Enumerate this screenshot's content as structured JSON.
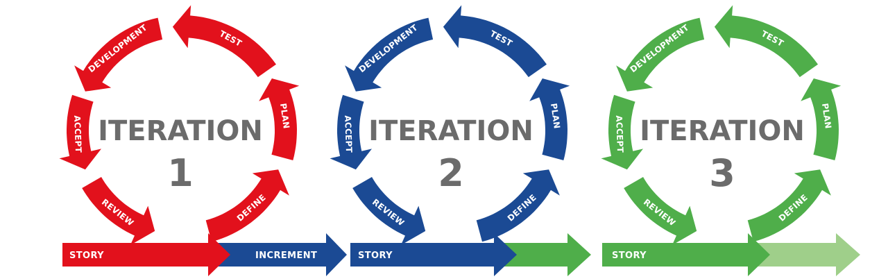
{
  "colors": {
    "red": "#e2111c",
    "blue": "#1b4a94",
    "green": "#4fae4a",
    "green_light": "#9fcf8a",
    "title_gray": "#6b6b6b"
  },
  "iterations": [
    {
      "title": "ITERATION",
      "number": "1",
      "color": "#e2111c",
      "segments": {
        "test": "TEST",
        "development": "DEVELOPMENT",
        "accept": "ACCEPT",
        "review": "REVIEW",
        "define": "DEFINE",
        "plan": "PLAN"
      },
      "story": "STORY"
    },
    {
      "title": "ITERATION",
      "number": "2",
      "color": "#1b4a94",
      "segments": {
        "test": "TEST",
        "development": "DEVELOPMENT",
        "accept": "ACCEPT",
        "review": "REVIEW",
        "define": "DEFINE",
        "plan": "PLAN"
      },
      "story": "STORY"
    },
    {
      "title": "ITERATION",
      "number": "3",
      "color": "#4fae4a",
      "segments": {
        "test": "TEST",
        "development": "DEVELOPMENT",
        "accept": "ACCEPT",
        "review": "REVIEW",
        "define": "DEFINE",
        "plan": "PLAN"
      },
      "story": "STORY"
    }
  ],
  "increment_label": "INCREMENT"
}
